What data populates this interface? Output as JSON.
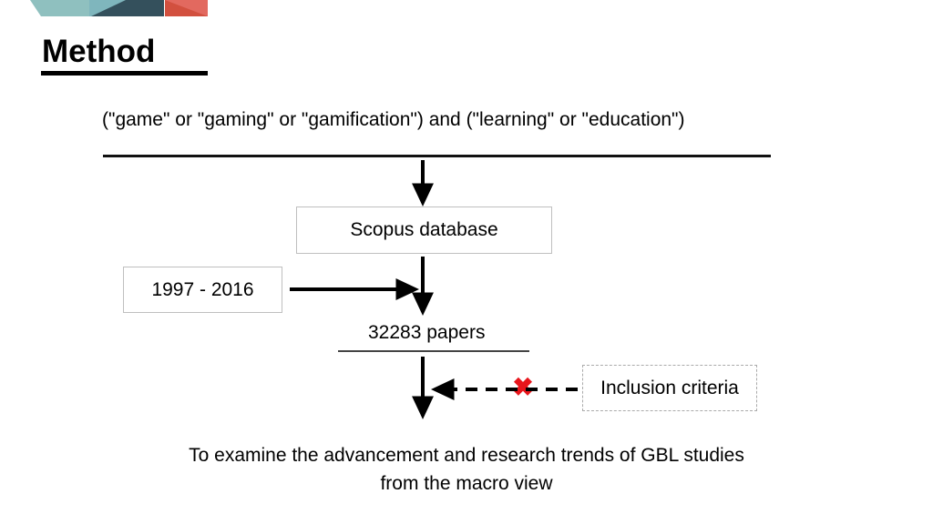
{
  "slide": {
    "title": "Method",
    "background_color": "#ffffff"
  },
  "decoration": {
    "name": "corner-ribbon",
    "colors": [
      "#8fc0bf",
      "#7fb6bd",
      "#34505c",
      "#e2695f",
      "#d2503f",
      "#f0bf8f"
    ]
  },
  "diagram": {
    "type": "flowchart",
    "query": {
      "text": "(\"game\" or \"gaming\" or \"gamification\") and (\"learning\" or \"education\")"
    },
    "nodes": [
      {
        "id": "scopus",
        "label": "Scopus database",
        "border": "solid",
        "border_color": "#bfbfbf"
      },
      {
        "id": "years",
        "label": "1997 - 2016",
        "border": "solid",
        "border_color": "#bfbfbf"
      },
      {
        "id": "papers",
        "label": "32283 papers",
        "border": "none"
      },
      {
        "id": "criteria",
        "label": "Inclusion criteria",
        "border": "dashed",
        "border_color": "#aaaaaa"
      }
    ],
    "reject_marker": {
      "glyph": "✖",
      "color": "#e8151b"
    },
    "outcome": {
      "line1": "To examine the advancement and research trends of GBL studies",
      "line2": "from the macro view"
    }
  }
}
